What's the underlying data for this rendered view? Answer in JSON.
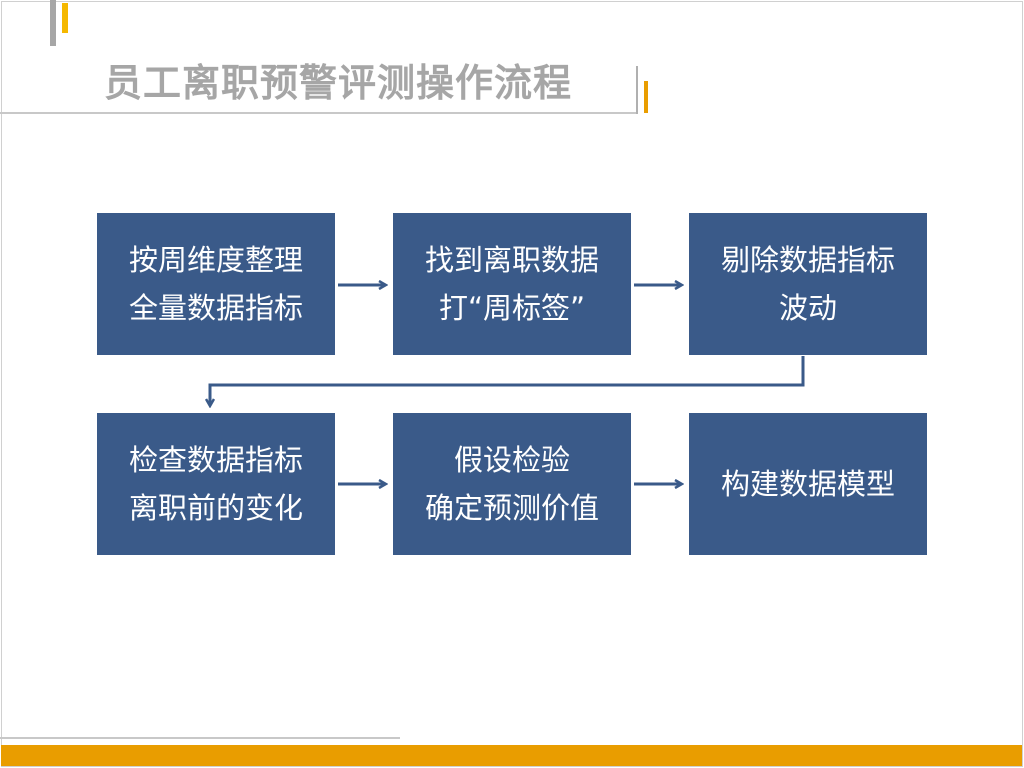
{
  "title": "员工离职预警评测操作流程",
  "colors": {
    "box": "#3a5a89",
    "accent": "#e99d00",
    "arrow": "#3a5a89"
  },
  "steps": [
    {
      "label": "按周维度整理\n全量数据指标"
    },
    {
      "label": "找到离职数据\n打“周标签”"
    },
    {
      "label": "剔除数据指标\n波动"
    },
    {
      "label": "检查数据指标\n离职前的变化"
    },
    {
      "label": "假设检验\n确定预测价值"
    },
    {
      "label": "构建数据模型"
    }
  ]
}
